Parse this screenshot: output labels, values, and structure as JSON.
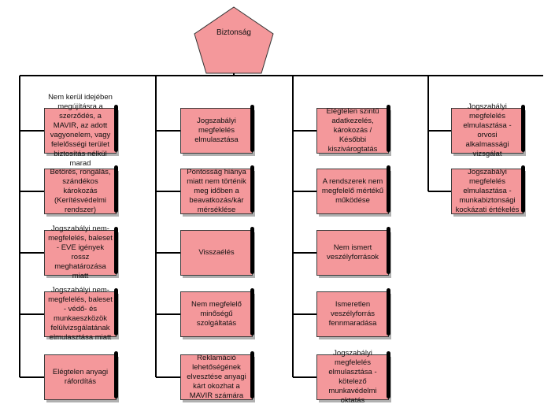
{
  "root": {
    "label": "Biztonság",
    "fill": "#f4989b"
  },
  "columns": [
    {
      "items": [
        "Nem kerül idejében megújításra a szerződés, a MAVIR, az adott vagyonelem, vagy felelősségi terület biztosítás nélkül marad",
        "Betörés, rongálás, szándékos károkozás (Kerítésvédelmi rendszer)",
        "Jogszabályi nem-megfelelés, baleset - EVE igények rossz meghatározása miatt",
        "Jogszabályi nem-megfelelés, baleset - védő- és munkaeszközök felülvizsgálatának elmulasztása miatt",
        "Elégtelen anyagi ráfordítás"
      ]
    },
    {
      "items": [
        "Jogszabályi megfelelés elmulasztása",
        "Pontosság hiánya miatt nem történik meg időben a beavatkozás/kár mérséklése",
        "Visszaélés",
        "Nem megfelelő minőségű szolgáltatás",
        "Reklamáció lehetőségének elvesztése anyagi kárt okozhat a MAVIR számára"
      ]
    },
    {
      "items": [
        "Elégtelen szintű adatkezelés, károkozás / Későbbi kiszivárogtatás",
        "A rendszerek nem megfelelő mértékű működése",
        "Nem ismert veszélyforrások",
        "Ismeretlen veszélyforrás fennmaradása",
        "Jogszabályi megfelelés elmulasztása - kötelező munkavédelmi oktatás"
      ]
    },
    {
      "items": [
        "Jogszabályi megfelelés elmulasztása - orvosi alkalmassági vizsgálat",
        "Jogszabályi megfelelés elmulasztása - munkabiztonsági kockázati értékelés"
      ]
    }
  ]
}
